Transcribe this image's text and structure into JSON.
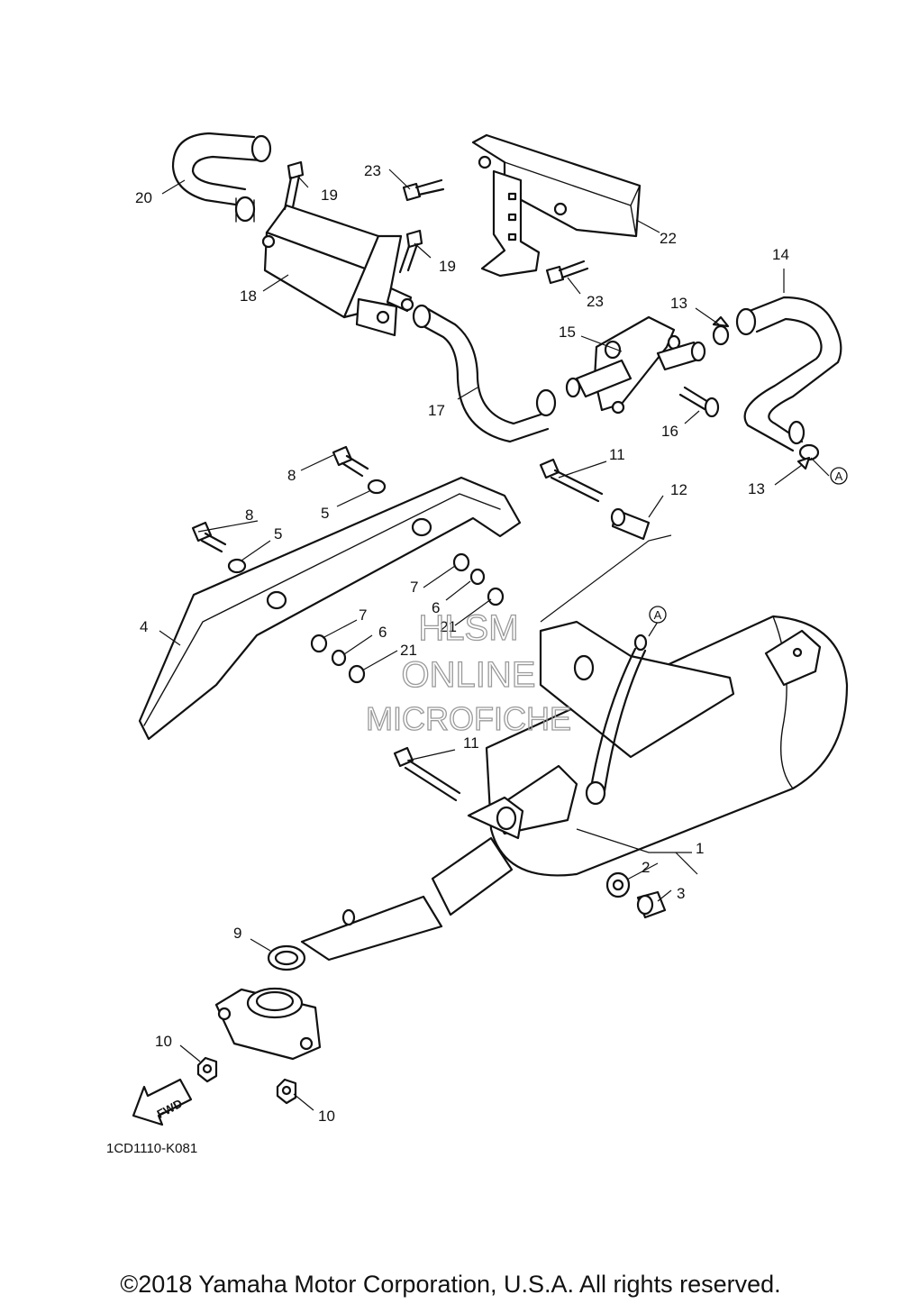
{
  "diagram": {
    "code": "1CD1110-K081",
    "fwd_label": "FWD",
    "ref_mark": "A",
    "watermark": [
      "HLSM",
      "ONLINE",
      "MICROFICHE"
    ],
    "copyright": "©2018 Yamaha Motor Corporation, U.S.A. All rights reserved."
  },
  "callouts": [
    {
      "id": "c1",
      "label": "1"
    },
    {
      "id": "c2",
      "label": "2"
    },
    {
      "id": "c3",
      "label": "3"
    },
    {
      "id": "c4",
      "label": "4"
    },
    {
      "id": "c5a",
      "label": "5"
    },
    {
      "id": "c5b",
      "label": "5"
    },
    {
      "id": "c6a",
      "label": "6"
    },
    {
      "id": "c6b",
      "label": "6"
    },
    {
      "id": "c7a",
      "label": "7"
    },
    {
      "id": "c7b",
      "label": "7"
    },
    {
      "id": "c8a",
      "label": "8"
    },
    {
      "id": "c8b",
      "label": "8"
    },
    {
      "id": "c9",
      "label": "9"
    },
    {
      "id": "c10a",
      "label": "10"
    },
    {
      "id": "c10b",
      "label": "10"
    },
    {
      "id": "c11a",
      "label": "11"
    },
    {
      "id": "c11b",
      "label": "11"
    },
    {
      "id": "c12",
      "label": "12"
    },
    {
      "id": "c13a",
      "label": "13"
    },
    {
      "id": "c13b",
      "label": "13"
    },
    {
      "id": "c14",
      "label": "14"
    },
    {
      "id": "c15",
      "label": "15"
    },
    {
      "id": "c16",
      "label": "16"
    },
    {
      "id": "c17",
      "label": "17"
    },
    {
      "id": "c18",
      "label": "18"
    },
    {
      "id": "c19a",
      "label": "19"
    },
    {
      "id": "c19b",
      "label": "19"
    },
    {
      "id": "c20",
      "label": "20"
    },
    {
      "id": "c21a",
      "label": "21"
    },
    {
      "id": "c21b",
      "label": "21"
    },
    {
      "id": "c22",
      "label": "22"
    },
    {
      "id": "c23a",
      "label": "23"
    },
    {
      "id": "c23b",
      "label": "23"
    }
  ]
}
